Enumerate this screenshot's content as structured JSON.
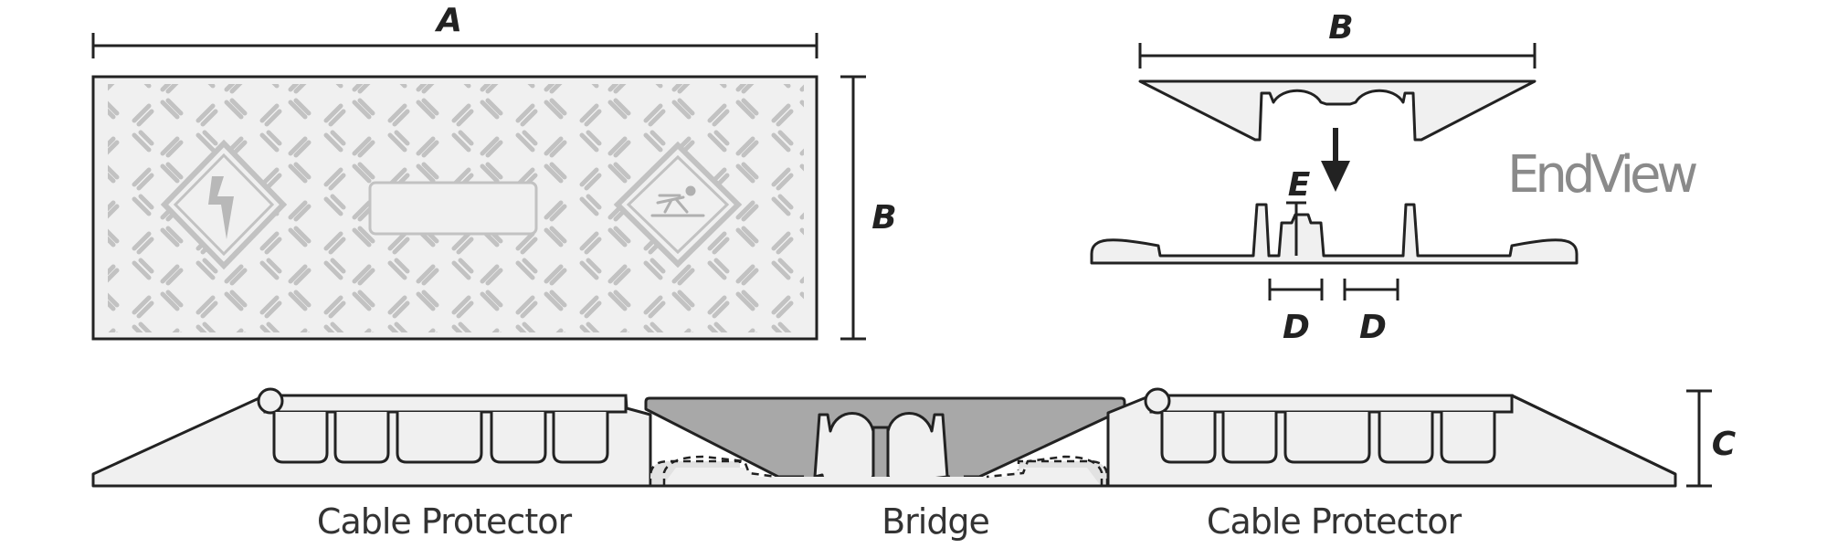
{
  "dimensions": {
    "a": "A",
    "b_top": "B",
    "b_side": "B",
    "c": "C",
    "d_left": "D",
    "d_right": "D",
    "e": "E"
  },
  "labels": {
    "end_view": "EndView",
    "cable_protector_left": "Cable Protector",
    "bridge": "Bridge",
    "cable_protector_right": "Cable Protector"
  },
  "colors": {
    "outline": "#222222",
    "body_fill": "#f0f0f0",
    "bridge_fill": "#a8a8a8",
    "pattern": "#c2c2c2",
    "end_view_text": "#8a8a8a"
  },
  "icons": {
    "left_warning": "electric-shock-warning-icon",
    "right_warning": "trip-hazard-warning-icon"
  }
}
